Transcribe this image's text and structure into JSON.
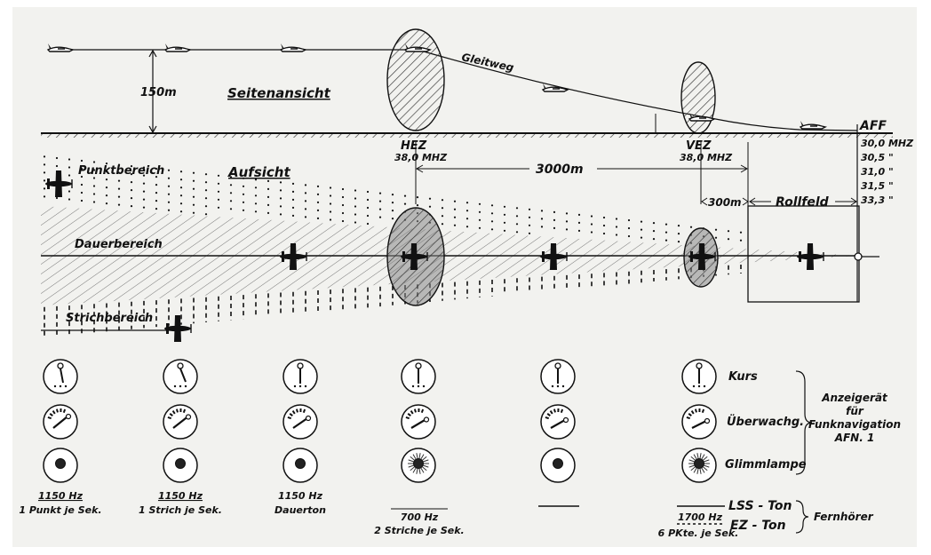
{
  "side_view": {
    "title": "Seitenansicht",
    "altitude": "150m",
    "glide_path": "Gleitweg",
    "airfield": "AFF"
  },
  "top_view": {
    "title": "Aufsicht",
    "zones": {
      "dot": "Punktbereich",
      "continuous": "Dauerbereich",
      "dash": "Strichbereich"
    },
    "distance_main": "3000m",
    "distance_short": "300m",
    "runway": "Rollfeld"
  },
  "beacons": {
    "main": {
      "name": "HEZ",
      "freq": "38,0 MHZ"
    },
    "pre": {
      "name": "VEZ",
      "freq": "38,0 MHZ"
    }
  },
  "frequencies": [
    "30,0 MHZ",
    "30,5   \"",
    "31,0   \"",
    "31,5   \"",
    "33,3   \""
  ],
  "instruments": {
    "labels": [
      "Kurs",
      "Überwachg.",
      "Glimmlampe"
    ],
    "device_title": [
      "Anzeigerät",
      "für",
      "Funknavigation",
      "AFN. 1"
    ],
    "columns": [
      {
        "line1": "1150 Hz",
        "line2": "1 Punkt je Sek."
      },
      {
        "line1": "1150 Hz",
        "line2": "1 Strich je Sek."
      },
      {
        "line1": "1150 Hz",
        "line2": "Dauerton"
      },
      {
        "line1": "700 Hz",
        "line2": "2 Striche je Sek."
      },
      {
        "line1": "",
        "line2": ""
      },
      {
        "line1": "1700 Hz",
        "line2": "6 PKte. je Sek."
      }
    ]
  },
  "headphone": {
    "lss": "LSS - Ton",
    "ez": "EZ - Ton",
    "label": "Fernhörer"
  }
}
